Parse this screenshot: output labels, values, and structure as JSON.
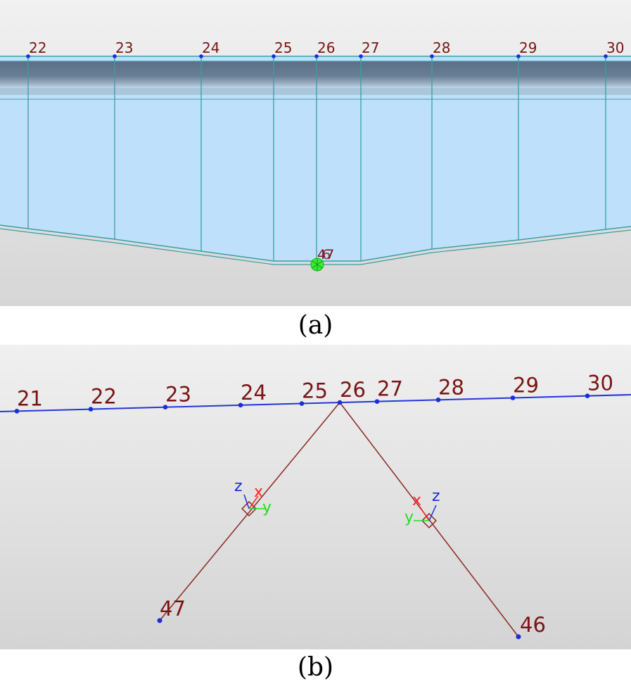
{
  "panel_a": {
    "caption": "(a)",
    "node_labels": [
      "22",
      "23",
      "24",
      "25",
      "26",
      "27",
      "28",
      "29",
      "30"
    ],
    "support_label": "46/47 (overlapping)",
    "support_label_text": "47"
  },
  "panel_b": {
    "caption": "(b)",
    "node_labels": [
      "21",
      "22",
      "23",
      "24",
      "25",
      "26",
      "27",
      "28",
      "29",
      "30"
    ],
    "strut_end_labels": [
      "47",
      "46"
    ],
    "axis_labels": {
      "x": "x",
      "y": "y",
      "z": "z"
    }
  },
  "colors": {
    "label": "#7a1414",
    "node": "#1a2ed6",
    "deck_fill": "#bfe0fb",
    "deck_line": "#3a9ea4",
    "deck_band": "#5c7288",
    "beam_line": "#2536d8",
    "strut_line": "#8a2a22",
    "axis_x": "#ff2020",
    "axis_y": "#22dd22",
    "axis_z": "#1a2ed6",
    "support": "#33ee33",
    "background": "#dcdcdc"
  }
}
